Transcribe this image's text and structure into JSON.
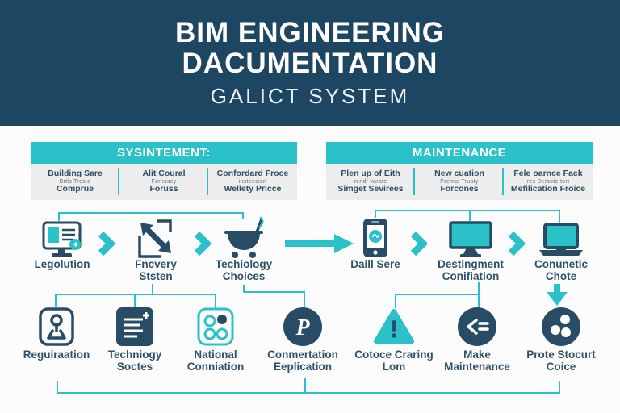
{
  "colors": {
    "navy": "#1d4663",
    "teal": "#2ac1c8",
    "strip_gray": "#ededed",
    "icon_navy": "#284b66"
  },
  "header": {
    "title_line1": "BIM ENGINEERING",
    "title_line2": "DACUMENTATION",
    "subtitle": "GALICT SYSTEM"
  },
  "sections": {
    "left": {
      "title": "SYSINTEMENT:",
      "columns": [
        {
          "line1": "Building Sare",
          "line2": "Brtls Tros a",
          "line3": "Comprue"
        },
        {
          "line1": "Alit Coural",
          "line2": "Fornssey",
          "line3": "Foruss"
        },
        {
          "line1": "Confordard Froce",
          "line2": "insteecion",
          "line3": "Wellety Pricce"
        }
      ]
    },
    "right": {
      "title": "MAINTENANCE",
      "columns": [
        {
          "line1": "Plen up of Eith",
          "line2": "rendf varate",
          "line3": "Simget Sevirees"
        },
        {
          "line1": "New cuation",
          "line2": "Premie Truaty",
          "line3": "Forcones"
        },
        {
          "line1": "Fele oarnce Fack",
          "line2": "res Bersote tort",
          "line3": "Mefilication Froice"
        }
      ]
    }
  },
  "flow": {
    "items": [
      {
        "icon": "computer-document-icon",
        "line1": "Legolution",
        "line2": ""
      },
      {
        "icon": "drafting-arrow-icon",
        "line1": "Fncvery",
        "line2": "Ststen"
      },
      {
        "icon": "grill-icon",
        "line1": "Techiology",
        "line2": "Choices"
      },
      {
        "icon": "smartphone-icon",
        "line1": "Daill Sere",
        "line2": ""
      },
      {
        "icon": "monitor-icon",
        "line1": "Destingment",
        "line2": "Conifiation"
      },
      {
        "icon": "laptop-icon",
        "line1": "Conunetic",
        "line2": "Chote"
      }
    ]
  },
  "bottom": {
    "items": [
      {
        "icon": "person-badge-icon",
        "line1": "Reguiraation",
        "line2": ""
      },
      {
        "icon": "document-list-icon",
        "line1": "Techniogy",
        "line2": "Soctes"
      },
      {
        "icon": "status-dots-icon",
        "line1": "National",
        "line2": "Conniation"
      },
      {
        "icon": "letter-p-icon",
        "glyph": "P",
        "line1": "Conmertation",
        "line2": "Eeplication"
      },
      {
        "icon": "warning-triangle-icon",
        "line1": "Cotoce Craring",
        "line2": "Lom"
      },
      {
        "icon": "less-equal-icon",
        "line1": "Make",
        "line2": "Maintenance"
      },
      {
        "icon": "cluster-icon",
        "line1": "Prote Stocurt",
        "line2": "Coice"
      }
    ]
  }
}
